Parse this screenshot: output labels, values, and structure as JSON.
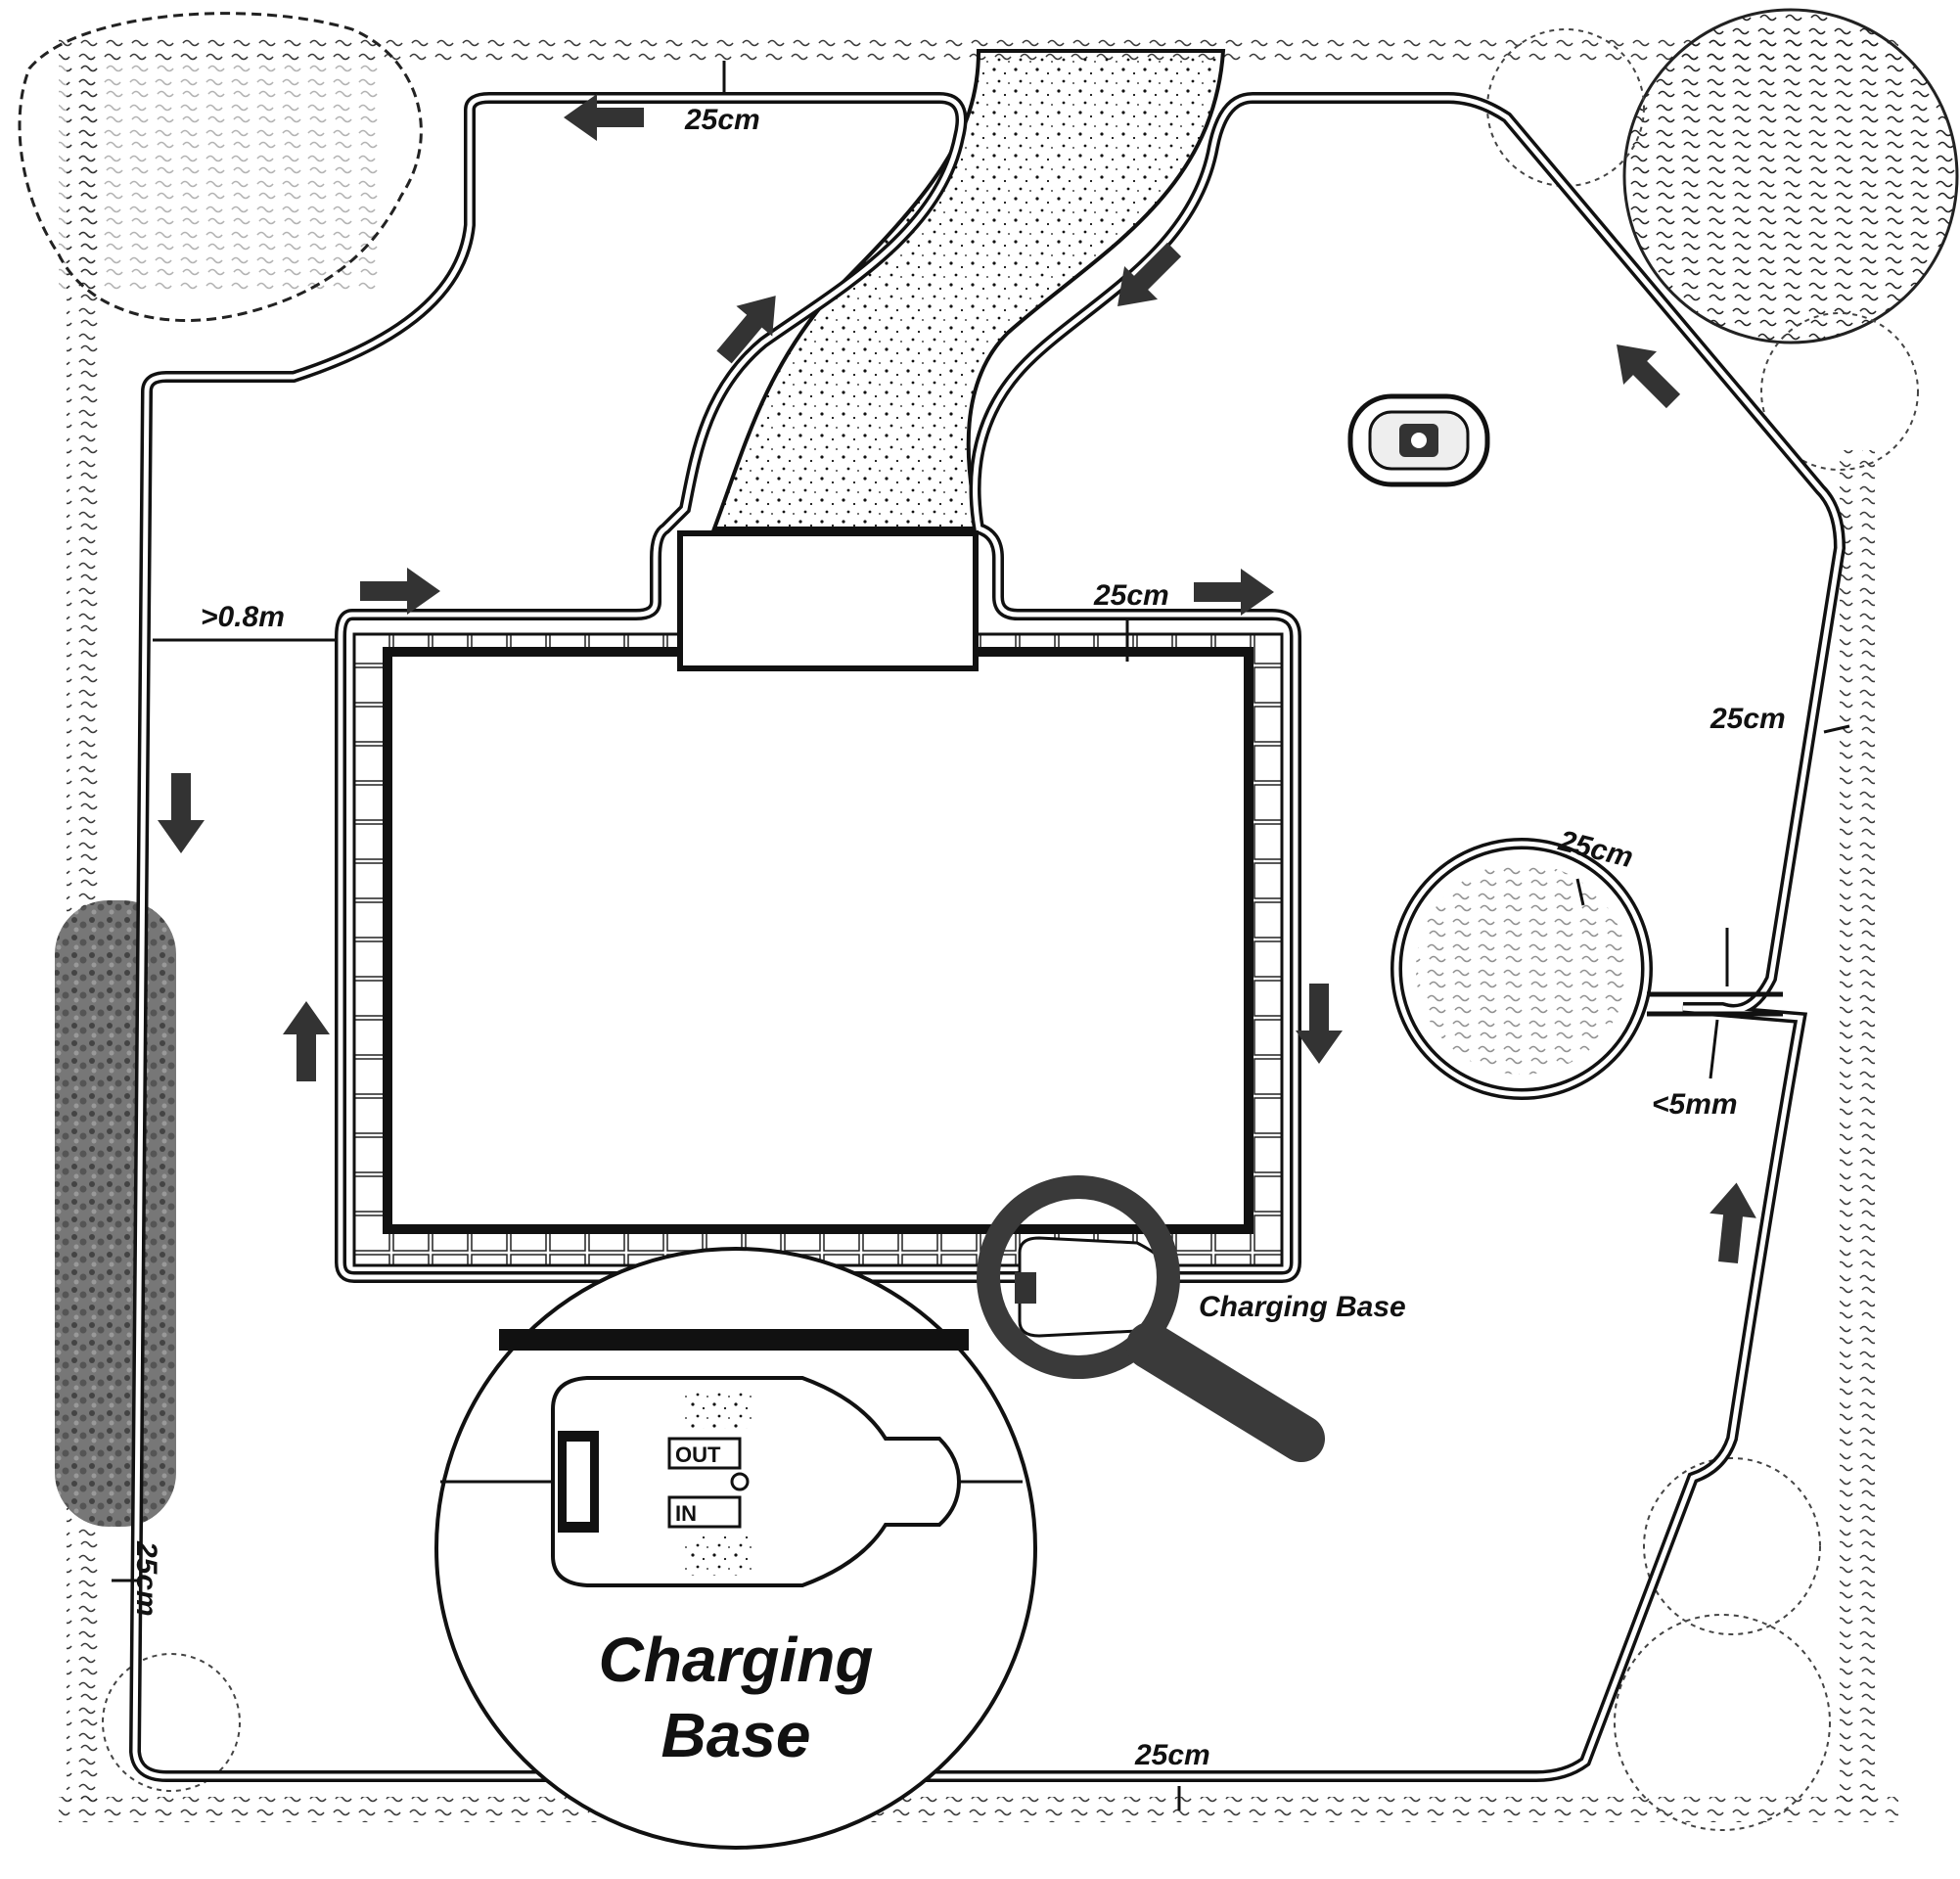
{
  "labels": {
    "top_gap": "25cm",
    "left_gap": ">0.8m",
    "pool_gap": "25cm",
    "right_gap": "25cm",
    "tree_gap": "25cm",
    "wire_gap": "<5mm",
    "left_side_gap": "25cm",
    "bottom_gap": "25cm",
    "charging_base_small": "Charging Base",
    "charging_base_large_line1": "Charging",
    "charging_base_large_line2": "Base",
    "out_label": "OUT",
    "in_label": "IN"
  },
  "colors": {
    "wire": "#111111",
    "arrow": "#333333",
    "shrub": "#555555",
    "magnifier": "#3a3a3a"
  },
  "icons": {
    "mower": "robot-mower-icon",
    "magnifier": "magnifier-icon",
    "direction_arrow": "arrow-icon"
  }
}
